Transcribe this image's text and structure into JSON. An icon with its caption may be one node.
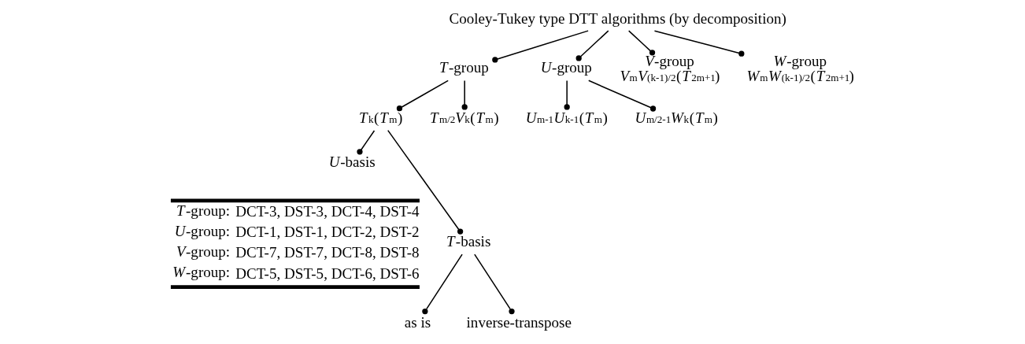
{
  "diagram": {
    "nodes": [
      {
        "text": [
          "Cooley-Tukey type DTT algorithms (by decomposition)"
        ]
      },
      {
        "text": [
          "*T*-group"
        ]
      },
      {
        "text": [
          "*U*-group"
        ]
      },
      {
        "text": [
          "*V*-group",
          "*V*$_{m}$*V*$_{(k-1)/2}$(*T*$_{2m+1}$)"
        ]
      },
      {
        "text": [
          "*W*-group",
          "*W*$_{m}$*W*$_{(k-1)/2}$(*T*$_{2m+1}$)"
        ]
      },
      {
        "text": [
          "*T*$_{k}$(*T*$_{m}$)"
        ]
      },
      {
        "text": [
          "*T*$_{m/2}$*V*$_{k}$(*T*$_{m}$)"
        ]
      },
      {
        "text": [
          "*U*$_{m-1}$*U*$_{k-1}$(*T*$_{m}$)"
        ]
      },
      {
        "text": [
          "*U*$_{m/2-1}$*W*$_{k}$(*T*$_{m}$)"
        ]
      },
      {
        "text": [
          "*U*-basis"
        ]
      },
      {
        "text": [
          "*T*-basis"
        ]
      },
      {
        "text": [
          "as is"
        ]
      },
      {
        "text": [
          "inverse-transpose"
        ]
      }
    ],
    "edges": [
      {
        "from": 0,
        "to": 1,
        "arrow": "other"
      },
      {
        "from": 0,
        "to": 2,
        "arrow": "other"
      },
      {
        "from": 0,
        "to": 3,
        "arrow": "other"
      },
      {
        "from": 0,
        "to": 4,
        "arrow": "other"
      },
      {
        "from": 1,
        "to": 5,
        "arrow": "other"
      },
      {
        "from": 1,
        "to": 6,
        "arrow": "other"
      },
      {
        "from": 2,
        "to": 7,
        "arrow": "other"
      },
      {
        "from": 2,
        "to": 8,
        "arrow": "other"
      },
      {
        "from": 5,
        "to": 9,
        "arrow": "other"
      },
      {
        "from": 5,
        "to": 10,
        "arrow": "other"
      },
      {
        "from": 10,
        "to": 11,
        "arrow": "other"
      },
      {
        "from": 10,
        "to": 12,
        "arrow": "other"
      }
    ],
    "labels": [
      "*T*-group:",
      "DCT-3, DST-3, DCT-4, DST-4",
      "*U*-group:",
      "DCT-1, DST-1, DCT-2, DST-2",
      "*V*-group:",
      "DCT-7, DST-7, DCT-8, DST-8",
      "*W*-group:",
      "DCT-5, DST-5, DCT-6, DST-6"
    ]
  }
}
